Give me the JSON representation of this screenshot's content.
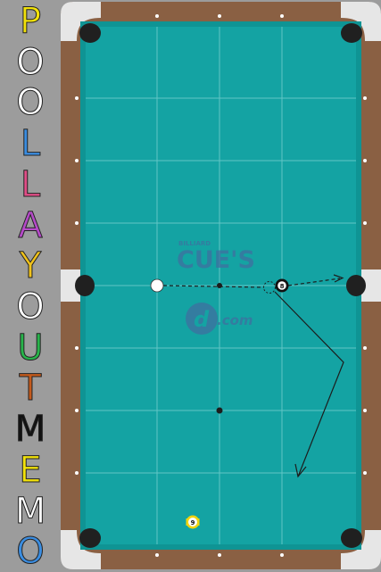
{
  "side_title": {
    "letters": [
      {
        "char": "P",
        "color": "#f2e20a"
      },
      {
        "char": "O",
        "color": "#ffffff"
      },
      {
        "char": "O",
        "color": "#ffffff"
      },
      {
        "char": "L",
        "color": "#3b8de0"
      },
      {
        "char": "L",
        "color": "#e14d87"
      },
      {
        "char": "A",
        "color": "#b54ac8"
      },
      {
        "char": "Y",
        "color": "#f0c21a"
      },
      {
        "char": "O",
        "color": "#ffffff"
      },
      {
        "char": "U",
        "color": "#27b34a"
      },
      {
        "char": "T",
        "color": "#c45a1c"
      },
      {
        "char": "M",
        "color": "#111111"
      },
      {
        "char": "E",
        "color": "#f2e20a"
      },
      {
        "char": "M",
        "color": "#ffffff"
      },
      {
        "char": "O",
        "color": "#3b8de0"
      }
    ]
  },
  "watermark": {
    "brand_small": "BILLIARD",
    "brand_big": "CUE'S",
    "domain": ".com",
    "color": "#3f6f9f"
  },
  "balls": {
    "cue_ball": {
      "label": "",
      "color": "#ffffff"
    },
    "eight_ball": {
      "label": "8",
      "color": "#ffffff"
    },
    "nine_ball": {
      "label": "9",
      "color": "#ffffff"
    }
  },
  "colors": {
    "felt": "#14a3a3",
    "cushion": "#0f9494",
    "rail_wood": "#8a6043",
    "corner_metal": "#e6e6e6",
    "pocket": "#202020",
    "diamond": "#ffffff",
    "grid": "#62c6c6",
    "line": "#1c1c1c"
  }
}
